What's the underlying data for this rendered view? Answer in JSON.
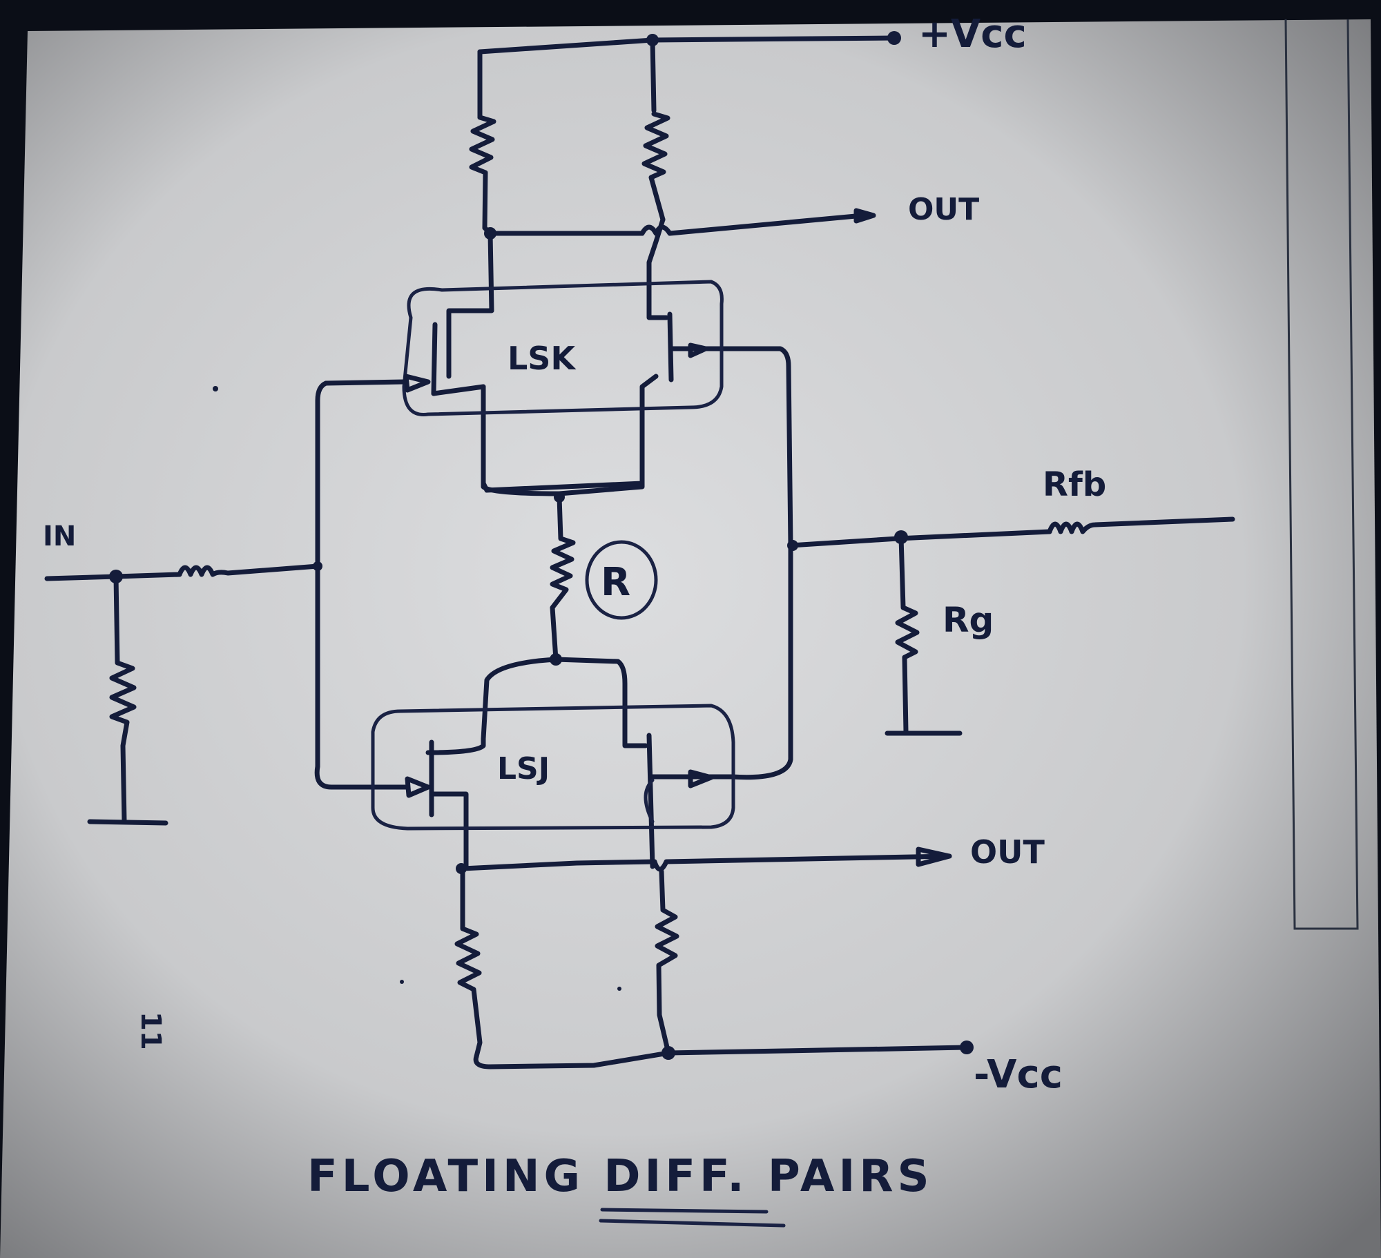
{
  "document": {
    "type": "hand-drawn circuit schematic",
    "title": "FLOATING DIFF. PAIRS",
    "page_mark": "11",
    "ink_color": "#141c3a",
    "paper_color": "#d4d5d6",
    "background_color": "#0b0e17"
  },
  "labels": {
    "vcc_pos": "+Vcc",
    "vcc_neg": "-Vcc",
    "out_top": "OUT",
    "out_bottom": "OUT",
    "input": "IN",
    "upper_pair": "LSK",
    "lower_pair": "LSJ",
    "tail_resistor": "R",
    "feedback_resistor": "Rfb",
    "ground_resistor": "Rg"
  },
  "components": [
    {
      "id": "R_load_top_left",
      "type": "resistor",
      "net": "+Vcc to upper drain left"
    },
    {
      "id": "R_load_top_right",
      "type": "resistor",
      "net": "+Vcc to upper drain right"
    },
    {
      "id": "Q_LSK_left",
      "type": "JFET",
      "pair": "LSK"
    },
    {
      "id": "Q_LSK_right",
      "type": "JFET",
      "pair": "LSK"
    },
    {
      "id": "R_tail",
      "type": "resistor",
      "label": "R",
      "circled": true
    },
    {
      "id": "Q_LSJ_left",
      "type": "JFET",
      "pair": "LSJ"
    },
    {
      "id": "Q_LSJ_right",
      "type": "JFET",
      "pair": "LSJ"
    },
    {
      "id": "R_load_bot_left",
      "type": "resistor",
      "net": "lower drain left to -Vcc"
    },
    {
      "id": "R_load_bot_right",
      "type": "resistor",
      "net": "lower drain right to -Vcc"
    },
    {
      "id": "R_in_series",
      "type": "resistor",
      "net": "IN to gate node"
    },
    {
      "id": "R_in_shunt",
      "type": "resistor",
      "net": "IN to ground"
    },
    {
      "id": "R_fb",
      "type": "resistor",
      "label": "Rfb"
    },
    {
      "id": "R_g",
      "type": "resistor",
      "label": "Rg"
    }
  ]
}
